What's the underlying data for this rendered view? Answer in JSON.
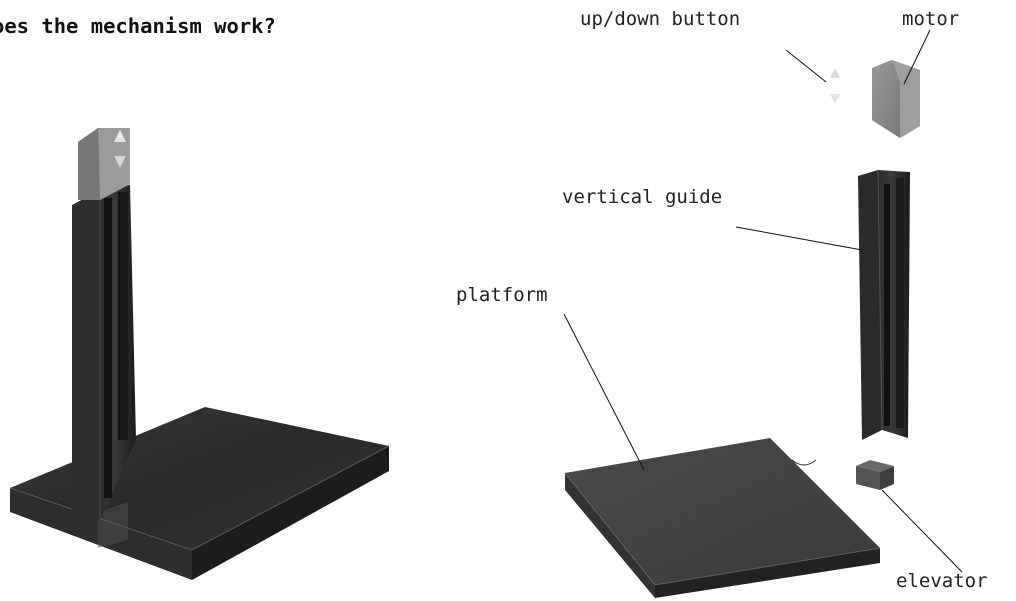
{
  "heading": "oes the mechanism work?",
  "labels": {
    "updown": "up/down button",
    "motor": "motor",
    "guide": "vertical guide",
    "platform": "platform",
    "elevator": "elevator"
  }
}
